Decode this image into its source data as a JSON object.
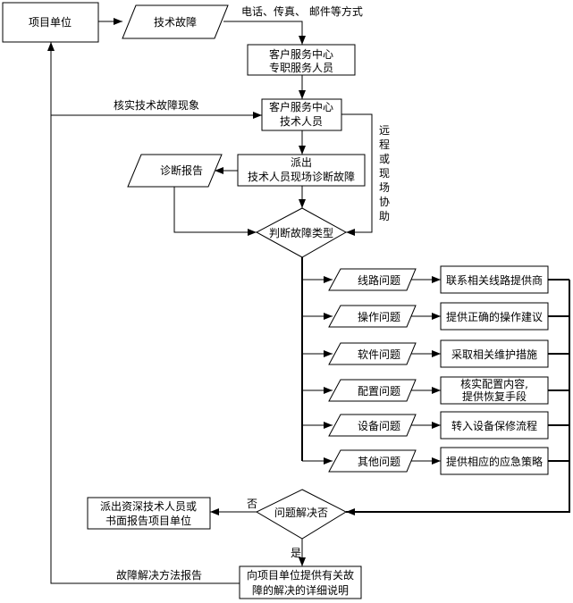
{
  "nodes": {
    "project_unit": "项目单位",
    "tech_fault": "技术故障",
    "contact_methods": "电话、传真、 邮件等方式",
    "cs_dedicated": [
      "客户服务中心",
      "专职服务人员"
    ],
    "cs_technical": [
      "客户服务中心",
      "技术人员"
    ],
    "verify_label": "核实技术故障现象",
    "remote_label": "远程或现场协助",
    "dispatch": [
      "派出",
      "技术人员现场诊断故障"
    ],
    "diagnosis_report": "诊断报告",
    "judge_type": "判断故障类型",
    "resolved": "问题解决否",
    "no_label": "否",
    "yes_label": "是",
    "escalate": [
      "派出资深技术人员或",
      "书面报告项目单位"
    ],
    "explain": [
      "向项目单位提供有关故",
      "障的解决的详细说明"
    ],
    "solution_report_label": "故障解决方法报告"
  },
  "branches": [
    {
      "problem": "线路问题",
      "action": [
        "联系相关线路提供商"
      ]
    },
    {
      "problem": "操作问题",
      "action": [
        "提供正确的操作建议"
      ]
    },
    {
      "problem": "软件问题",
      "action": [
        "采取相关维护措施"
      ]
    },
    {
      "problem": "配置问题",
      "action": [
        "核实配置内容,",
        "提供恢复手段"
      ]
    },
    {
      "problem": "设备问题",
      "action": [
        "转入设备保修流程"
      ]
    },
    {
      "problem": "其他问题",
      "action": [
        "提供相应的应急策略"
      ]
    }
  ]
}
